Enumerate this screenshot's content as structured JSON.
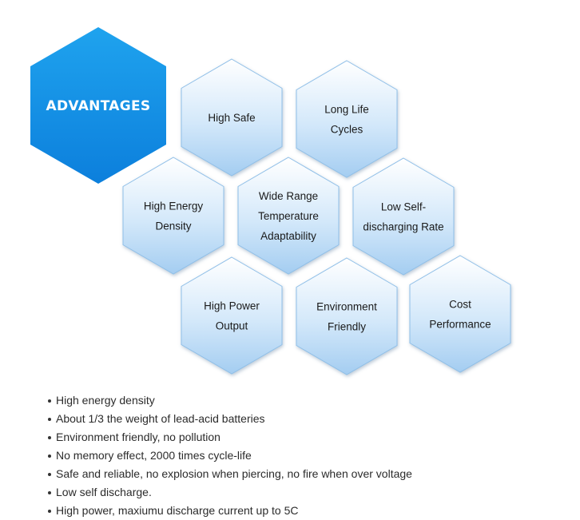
{
  "diagram": {
    "main": {
      "label": "ADVANTAGES",
      "color": "#1a93e6"
    },
    "hexagons": [
      {
        "lines": [
          "High Safe"
        ]
      },
      {
        "lines": [
          "Long Life",
          "Cycles"
        ]
      },
      {
        "lines": [
          "High Energy",
          "Density"
        ]
      },
      {
        "lines": [
          "Wide Range",
          "Temperature",
          "Adaptability"
        ]
      },
      {
        "lines": [
          "Low Self-",
          "discharging Rate"
        ]
      },
      {
        "lines": [
          "High Power",
          "Output"
        ]
      },
      {
        "lines": [
          "Environment",
          "Friendly"
        ]
      },
      {
        "lines": [
          "Cost",
          "Performance"
        ]
      }
    ]
  },
  "bullets": [
    "High energy density",
    "About 1/3 the weight of lead-acid batteries",
    "Environment friendly, no pollution",
    "No memory effect, 2000 times cycle-life",
    "Safe and reliable, no explosion when piercing, no fire when over voltage",
    "Low self discharge.",
    "High power, maxiumu discharge current up to 5C"
  ]
}
